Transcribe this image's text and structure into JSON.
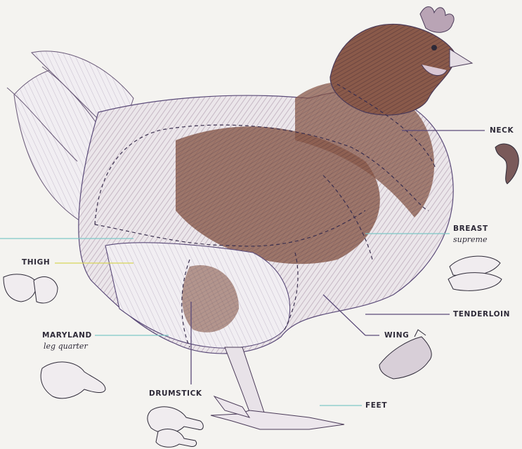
{
  "labels": {
    "neck": "NECK",
    "breast": "BREAST",
    "breast_sub": "supreme",
    "thigh": "THIGH",
    "tenderloin": "TENDERLOIN",
    "maryland": "MARYLAND",
    "maryland_sub": "leg quarter",
    "wing": "WING",
    "drumstick": "DRUMSTICK",
    "feet": "FEET"
  },
  "colors": {
    "background": "#f4f3f0",
    "leader_line_teal": "#7ec8c6",
    "leader_line_purple": "#5a4a78",
    "leader_line_yellow": "#d8d65a",
    "plumage_brown": "#7a4a3c",
    "plumage_pink": "#c7a4b8",
    "ink": "#2e2a38"
  }
}
